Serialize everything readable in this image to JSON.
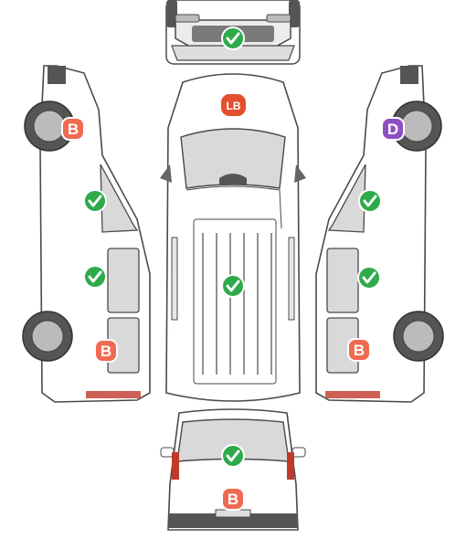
{
  "colors": {
    "ok": "#2eaa4a",
    "b_badge": "#f06a52",
    "d_badge": "#8e4fc2",
    "logo_bg": "#e4502d",
    "line": "#4a4a4a",
    "glass": "#d9d9d9",
    "body": "#ffffff"
  },
  "logo": {
    "text": "LB"
  },
  "views": {
    "front": {
      "markers": [
        {
          "type": "ok",
          "label": ""
        }
      ]
    },
    "roof": {
      "markers": [
        {
          "type": "ok",
          "label": ""
        }
      ]
    },
    "left_side": {
      "markers": [
        {
          "type": "b",
          "label": "B"
        },
        {
          "type": "ok",
          "label": ""
        },
        {
          "type": "ok",
          "label": ""
        },
        {
          "type": "b",
          "label": "B"
        }
      ]
    },
    "right_side": {
      "markers": [
        {
          "type": "d",
          "label": "D"
        },
        {
          "type": "ok",
          "label": ""
        },
        {
          "type": "ok",
          "label": ""
        },
        {
          "type": "b",
          "label": "B"
        }
      ]
    },
    "rear": {
      "markers": [
        {
          "type": "ok",
          "label": ""
        },
        {
          "type": "b",
          "label": "B"
        }
      ]
    }
  }
}
